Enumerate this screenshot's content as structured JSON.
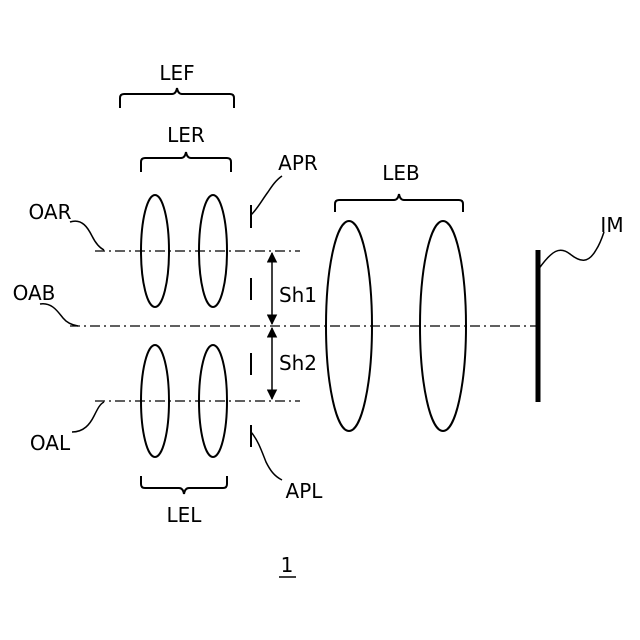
{
  "labels": {
    "lef": "LEF",
    "ler": "LER",
    "lel": "LEL",
    "leb": "LEB",
    "apr": "APR",
    "apl": "APL",
    "oar": "OAR",
    "oab": "OAB",
    "oal": "OAL",
    "sh1": "Sh1",
    "sh2": "Sh2",
    "im": "IM"
  },
  "figure_number": "1",
  "colors": {
    "line": "#000000",
    "background": "#ffffff"
  }
}
